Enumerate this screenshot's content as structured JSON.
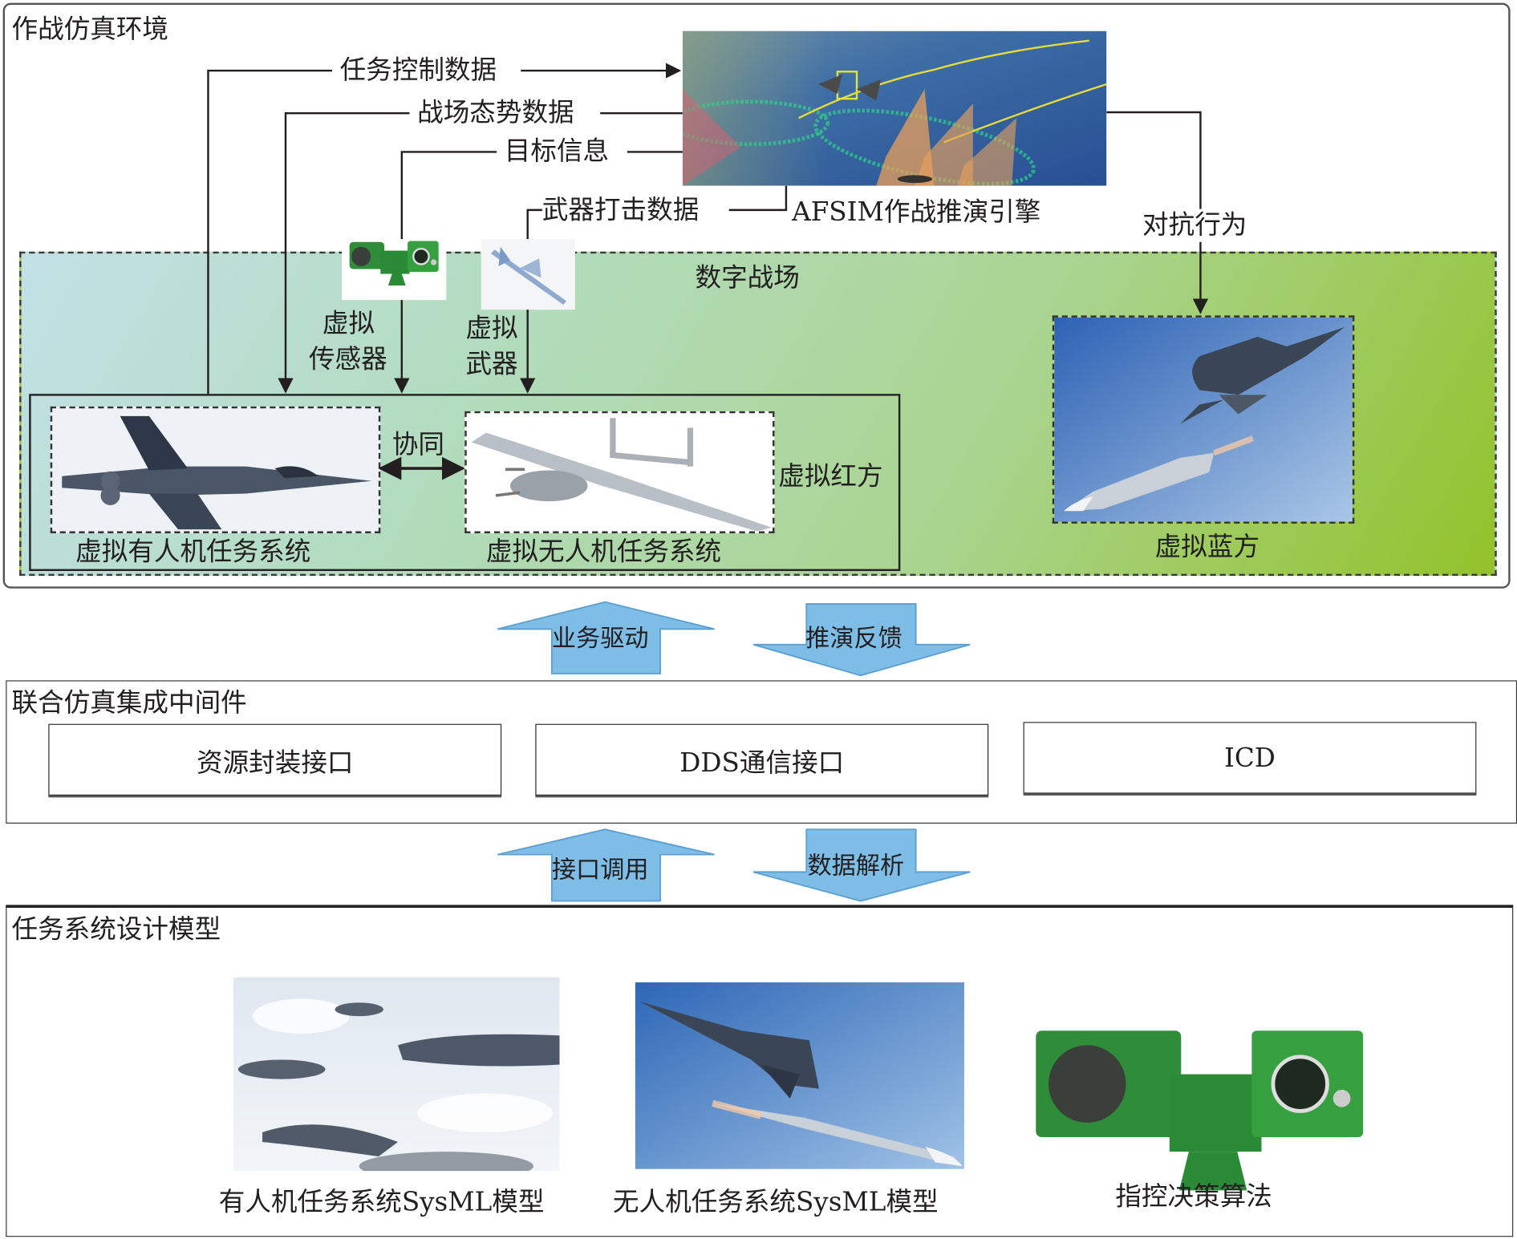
{
  "combat_env": {
    "title": "作战仿真环境",
    "flows": {
      "mission_control": "任务控制数据",
      "battlefield_situation": "战场态势数据",
      "target_info": "目标信息",
      "weapon_strike": "武器打击数据",
      "confrontation": "对抗行为"
    },
    "engine_label": "AFSIM作战推演引擎",
    "digital_battlefield": {
      "title": "数字战场",
      "virtual_sensor": [
        "虚拟",
        "传感器"
      ],
      "virtual_weapon": [
        "虚拟",
        "武器"
      ],
      "red_side": {
        "label": "虚拟红方",
        "manned_system": "虚拟有人机任务系统",
        "unmanned_system": "虚拟无人机任务系统",
        "cooperation": "协同"
      },
      "blue_side": {
        "label": "虚拟蓝方"
      }
    }
  },
  "top_arrows": {
    "up": "业务驱动",
    "down": "推演反馈"
  },
  "middleware": {
    "title": "联合仿真集成中间件",
    "modules": [
      "资源封装接口",
      "DDS通信接口",
      "ICD"
    ]
  },
  "bottom_arrows": {
    "up": "接口调用",
    "down": "数据解析"
  },
  "design_model": {
    "title": "任务系统设计模型",
    "items": [
      "有人机任务系统SysML模型",
      "无人机任务系统SysML模型",
      "指控决策算法"
    ]
  },
  "colors": {
    "arrow_fill": "#7dbde6",
    "arrow_stroke": "#5a9fd4",
    "field_green": "#93c22a",
    "sky_blue": "#3f78c0",
    "sensor_green": "#2a9a3a"
  }
}
